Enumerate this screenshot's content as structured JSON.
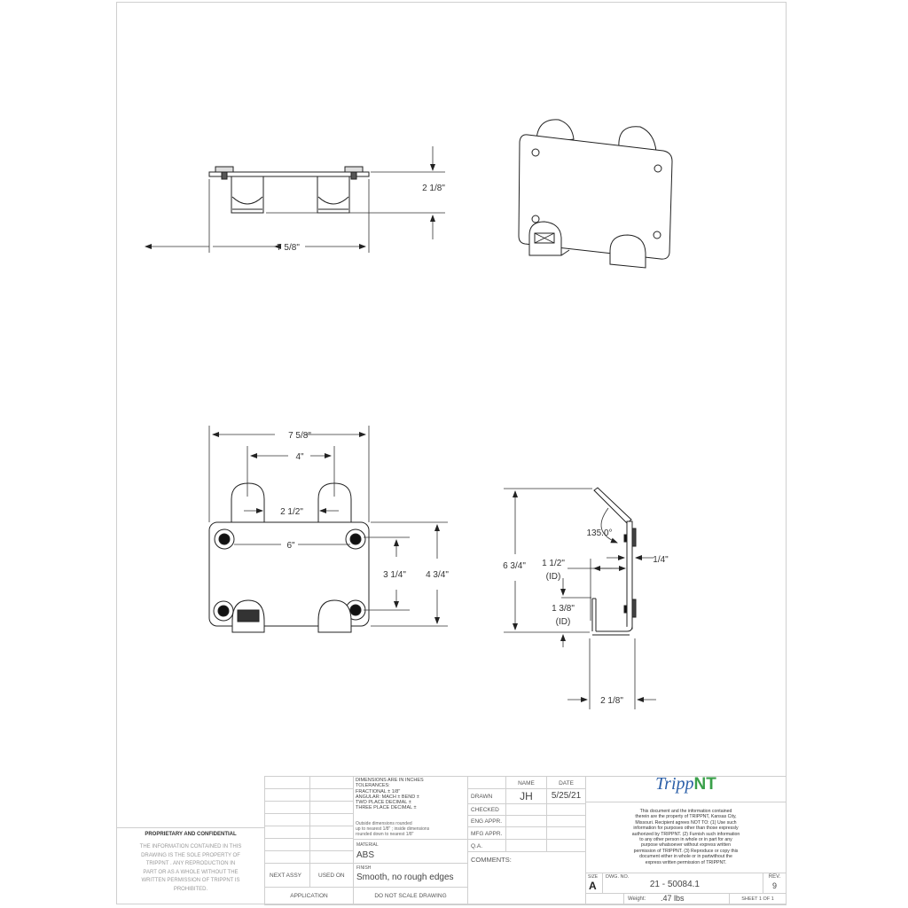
{
  "drawing": {
    "views": {
      "top_view": {
        "overall_width": "7 5/8\"",
        "depth": "2 1/8\""
      },
      "isometric_view": {},
      "front_view": {
        "overall_width": "7 5/8\"",
        "hook_spacing": "4\"",
        "hook_inner_gap": "2 1/2\"",
        "hole_spacing_horizontal": "6\"",
        "hole_spacing_vertical": "3 1/4\"",
        "plate_height": "4 3/4\""
      },
      "side_view": {
        "overall_height": "6 3/4\"",
        "bend_angle": "135.0°",
        "thickness": "1/4\"",
        "hook_id_width": "1 1/2\"",
        "hook_id_width_note": "(ID)",
        "hook_id_height": "1 3/8\"",
        "hook_id_height_note": "(ID)",
        "hook_depth": "2 1/8\""
      }
    }
  },
  "title_block": {
    "proprietary": {
      "heading": "PROPRIETARY AND CONFIDENTIAL",
      "lines": [
        "THE INFORMATION CONTAINED IN THIS",
        "DRAWING IS THE SOLE PROPERTY OF",
        "TRIPPNT . ANY REPRODUCTION IN",
        "PART OR AS A WHOLE WITHOUT THE",
        "WRITTEN PERMISSION OF TRIPPNT IS",
        "PROHIBITED."
      ]
    },
    "next_assy_label": "NEXT ASSY",
    "used_on_label": "USED ON",
    "application_label": "APPLICATION",
    "tolerances": {
      "line1": "DIMENSIONS ARE IN INCHES",
      "line2": "TOLERANCES:",
      "line3": "FRACTIONAL ±  1/8\"",
      "line4": "ANGULAR: MACH ±     BEND ±",
      "line5": "TWO PLACE DECIMAL     ±",
      "line6": "THREE PLACE DECIMAL   ±",
      "note1": "Outside dimensions rounded",
      "note2": "up to nearest 1/8\" ; inside dimensions",
      "note3": "rounded down to nearest 1/8\""
    },
    "material_label": "MATERIAL",
    "material_value": "ABS",
    "finish_label": "FINISH",
    "finish_value": "Smooth, no rough edges",
    "do_not_scale": "DO  NOT  SCALE  DRAWING",
    "approvals": {
      "name_header": "NAME",
      "date_header": "DATE",
      "rows": [
        {
          "label": "DRAWN",
          "name": "JH",
          "date": "5/25/21"
        },
        {
          "label": "CHECKED",
          "name": "",
          "date": ""
        },
        {
          "label": "ENG APPR.",
          "name": "",
          "date": ""
        },
        {
          "label": "MFG APPR.",
          "name": "",
          "date": ""
        },
        {
          "label": "Q.A.",
          "name": "",
          "date": ""
        }
      ],
      "comments_label": "COMMENTS:"
    },
    "company": {
      "logo_script": "Tripp",
      "logo_block": "NT",
      "logo_script_color": "#2b5fa8",
      "logo_block_color": "#3aa04a",
      "notice": [
        "This document and the information contained",
        "therein are the property of TRIPPNT, Kansas City,",
        "Missouri. Recipient agrees NOT TO: (1) Use such",
        "information for purposes other than those expressly",
        "authorized by TRIPPNT. (2) Furnish such information",
        "to any other person in whole or in part for any",
        "purpose whatsoever without express  written",
        "permission of TRIPPNT. (3) Reproduce or copy this",
        "document either in whole or in partwithout the",
        "express written permission of TRIPPNT."
      ]
    },
    "size_label": "SIZE",
    "size_value": "A",
    "dwg_no_label": "DWG.  NO.",
    "dwg_no_value": "21 - 50084.1",
    "rev_label": "REV.",
    "rev_value": "9",
    "weight_label": "Weight:",
    "weight_value": ".47 lbs",
    "sheet": "SHEET 1 OF 1"
  }
}
